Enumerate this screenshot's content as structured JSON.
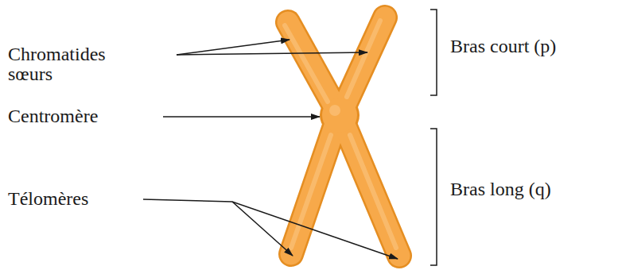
{
  "diagram": {
    "labels": [
      "Chromatides sœurs",
      "Centromère",
      "Télomères",
      "Bras court (p)",
      "Bras long (q)"
    ]
  }
}
